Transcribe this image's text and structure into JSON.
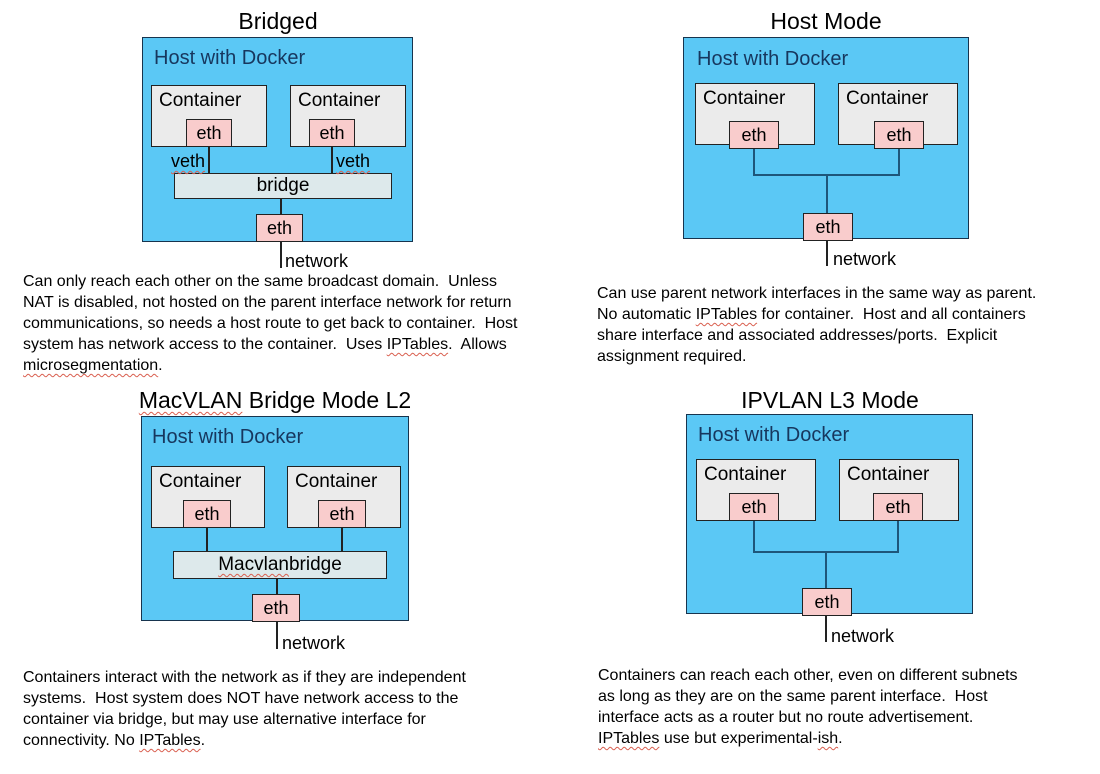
{
  "colors": {
    "host_box_fill": "#5BC8F5",
    "container_fill": "#EBEBEB",
    "eth_fill": "#F9CCCC",
    "bridge_fill": "#DDE9EB",
    "host_label_text": "#17375E",
    "spellcheck_squiggle": "#D95F4F",
    "connector_navy": "#1E567A"
  },
  "quadrants": [
    {
      "id": "bridged",
      "title": [
        {
          "t": "Bridged",
          "u": false
        }
      ],
      "host_label": "Host with Docker",
      "container_labels": [
        "Container",
        "Container"
      ],
      "eth_labels": [
        "eth",
        "eth"
      ],
      "veth_labels": [
        [
          {
            "t": "veth",
            "u": true
          }
        ],
        [
          {
            "t": "veth",
            "u": true
          }
        ]
      ],
      "bridge_label": [
        {
          "t": "bridge",
          "u": false
        }
      ],
      "host_eth_label": "eth",
      "network_label": "network",
      "description": [
        [
          {
            "t": "Can only reach each other on the same broadcast domain.  Unless",
            "u": false
          }
        ],
        [
          {
            "t": "NAT is disabled, not hosted on the parent interface network for return",
            "u": false
          }
        ],
        [
          {
            "t": "communications, so needs a host route to get back to container.  Host",
            "u": false
          }
        ],
        [
          {
            "t": "system has network access to the container.  Uses ",
            "u": false
          },
          {
            "t": "IPTables",
            "u": true
          },
          {
            "t": ".  Allows",
            "u": false
          }
        ],
        [
          {
            "t": "microsegmentation",
            "u": true
          },
          {
            "t": ".",
            "u": false
          }
        ]
      ]
    },
    {
      "id": "host-mode",
      "title": [
        {
          "t": "Host Mode",
          "u": false
        }
      ],
      "host_label": "Host with Docker",
      "container_labels": [
        "Container",
        "Container"
      ],
      "eth_labels": [
        "eth",
        "eth"
      ],
      "host_eth_label": "eth",
      "network_label": "network",
      "description": [
        [
          {
            "t": "Can use parent network interfaces in the same way as parent.",
            "u": false
          }
        ],
        [
          {
            "t": "No automatic ",
            "u": false
          },
          {
            "t": "IPTables",
            "u": true
          },
          {
            "t": " for container.  Host and all containers",
            "u": false
          }
        ],
        [
          {
            "t": "share interface and associated addresses/ports.  Explicit",
            "u": false
          }
        ],
        [
          {
            "t": "assignment required.",
            "u": false
          }
        ]
      ]
    },
    {
      "id": "macvlan-bridge-l2",
      "title": [
        {
          "t": "MacVLAN",
          "u": true
        },
        {
          "t": " Bridge Mode L2",
          "u": false
        }
      ],
      "host_label": "Host with Docker",
      "container_labels": [
        "Container",
        "Container"
      ],
      "eth_labels": [
        "eth",
        "eth"
      ],
      "bridge_label": [
        {
          "t": "Macvlan",
          "u": true
        },
        {
          "t": " bridge",
          "u": false
        }
      ],
      "host_eth_label": "eth",
      "network_label": "network",
      "description": [
        [
          {
            "t": "Containers interact with the network as if they are independent",
            "u": false
          }
        ],
        [
          {
            "t": "systems.  Host system does NOT have network access to the",
            "u": false
          }
        ],
        [
          {
            "t": "container via bridge, but may use alternative interface for",
            "u": false
          }
        ],
        [
          {
            "t": "connectivity. No ",
            "u": false
          },
          {
            "t": "IPTables",
            "u": true
          },
          {
            "t": ".",
            "u": false
          }
        ]
      ]
    },
    {
      "id": "ipvlan-l3",
      "title": [
        {
          "t": "IPVLAN L3 Mode",
          "u": false
        }
      ],
      "host_label": "Host with Docker",
      "container_labels": [
        "Container",
        "Container"
      ],
      "eth_labels": [
        "eth",
        "eth"
      ],
      "host_eth_label": "eth",
      "network_label": "network",
      "description": [
        [
          {
            "t": "Containers can reach each other, even on different subnets",
            "u": false
          }
        ],
        [
          {
            "t": "as long as they are on the same parent interface.  Host",
            "u": false
          }
        ],
        [
          {
            "t": "interface acts as a router but no route advertisement.",
            "u": false
          }
        ],
        [
          {
            "t": "IPTables",
            "u": true
          },
          {
            "t": " use but experimental-",
            "u": false
          },
          {
            "t": "ish",
            "u": true
          },
          {
            "t": ".",
            "u": false
          }
        ]
      ]
    }
  ]
}
